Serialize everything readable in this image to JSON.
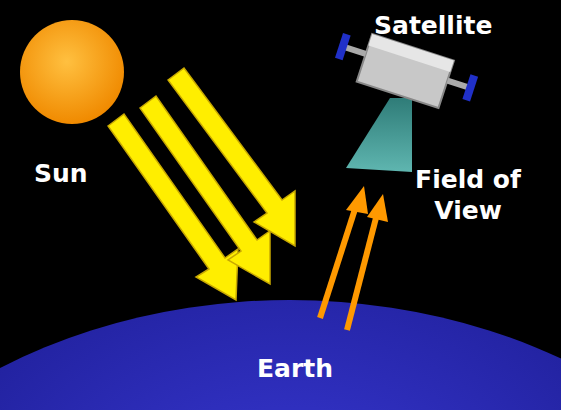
{
  "diagram": {
    "labels": [
      "Sun",
      "Satellite",
      "Field of View",
      "Earth"
    ]
  }
}
